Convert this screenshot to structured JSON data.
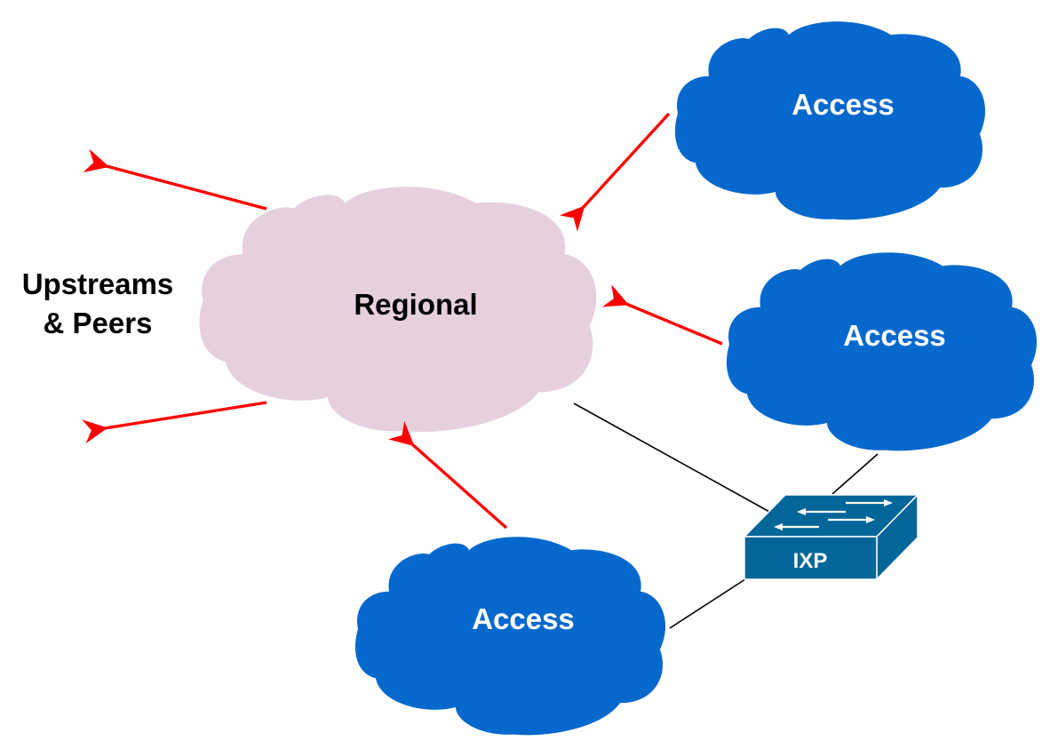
{
  "diagram": {
    "side_label": {
      "line1": "Upstreams",
      "line2": "& Peers"
    },
    "regional": {
      "label": "Regional",
      "color": "#e6d0de",
      "text_color": "#000000"
    },
    "access_clouds": [
      {
        "label": "Access",
        "color": "#0568cc",
        "text_color": "#ffffff"
      },
      {
        "label": "Access",
        "color": "#0568cc",
        "text_color": "#ffffff"
      },
      {
        "label": "Access",
        "color": "#0568cc",
        "text_color": "#ffffff"
      }
    ],
    "ixp": {
      "label": "IXP",
      "color": "#036699",
      "text_color": "#ffffff"
    },
    "arrow_color": "#ff0000",
    "link_color": "#000000"
  }
}
